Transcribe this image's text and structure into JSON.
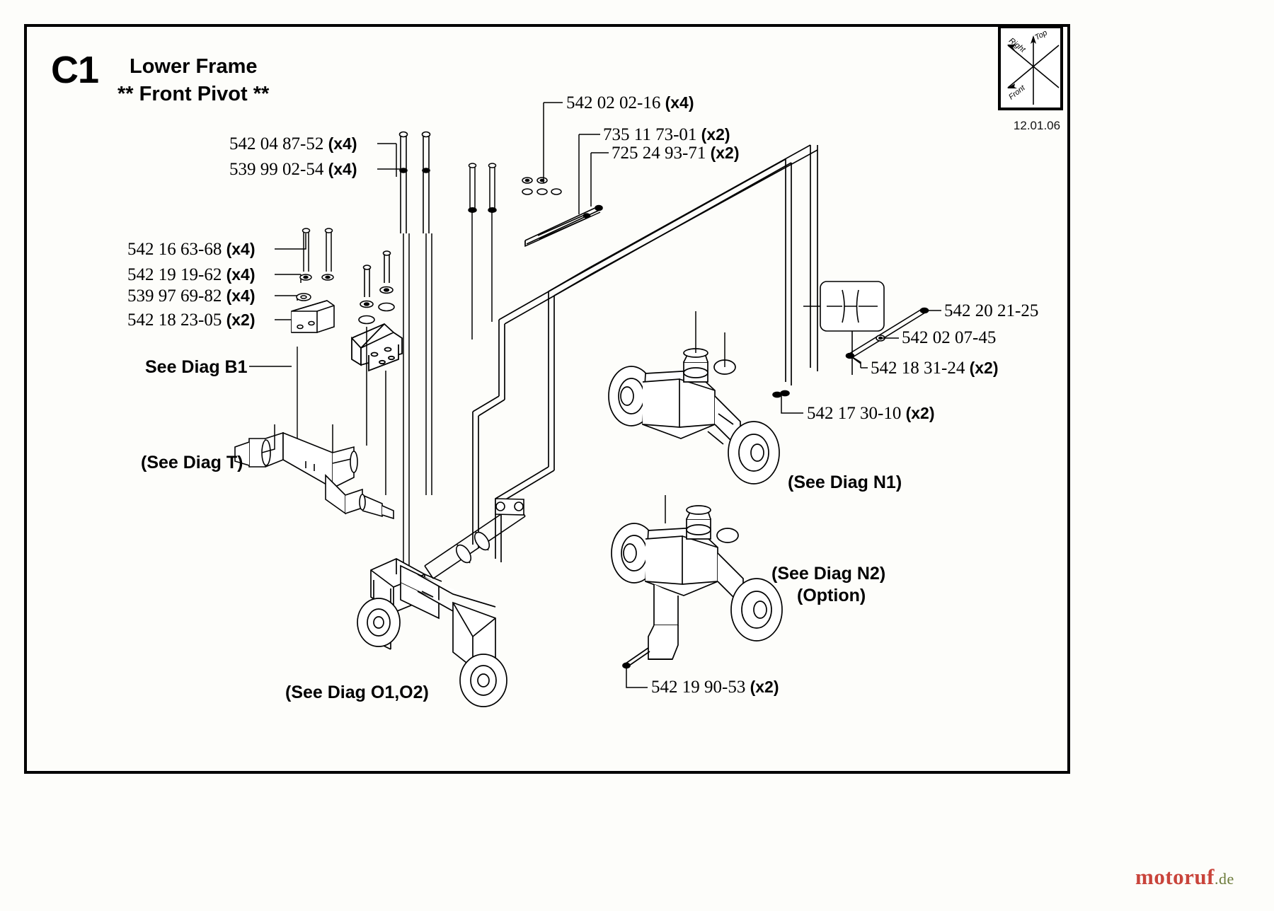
{
  "sheet": {
    "code": "C1",
    "title": "Lower Frame",
    "subtitle": "** Front Pivot **",
    "date": "12.01.06",
    "logo_main": "motoruf",
    "logo_tld": ".de",
    "compass": {
      "top": "Top",
      "right": "Right",
      "front": "Front"
    }
  },
  "labels_left_upper": [
    {
      "pn": "542 04 87-52",
      "qty": "(x4)"
    },
    {
      "pn": "539 99 02-54",
      "qty": "(x4)"
    }
  ],
  "labels_left_mid": [
    {
      "pn": "542 16 63-68",
      "qty": "(x4)"
    },
    {
      "pn": "542 19 19-62",
      "qty": "(x4)"
    },
    {
      "pn": "539 97 69-82",
      "qty": "(x4)"
    },
    {
      "pn": "542 18 23-05",
      "qty": "(x2)"
    }
  ],
  "labels_top_center": [
    {
      "pn": "542 02 02-16",
      "qty": "(x4)"
    },
    {
      "pn": "735 11 73-01",
      "qty": "(x2)"
    },
    {
      "pn": "725 24 93-71",
      "qty": "(x2)"
    }
  ],
  "labels_right": [
    {
      "pn": "542 20 21-25",
      "qty": ""
    },
    {
      "pn": "542 02 07-45",
      "qty": ""
    },
    {
      "pn": "542 18 31-24",
      "qty": "(x2)"
    },
    {
      "pn": "542 17 30-10",
      "qty": "(x2)"
    }
  ],
  "labels_bottom": [
    {
      "pn": "542 19 90-53",
      "qty": "(x2)"
    }
  ],
  "diagram_refs": {
    "b1": "See Diag B1",
    "t": "(See Diag T)",
    "o": "(See Diag O1,O2)",
    "n1": "(See Diag N1)",
    "n2": "(See Diag N2)",
    "n2_option": "(Option)"
  }
}
